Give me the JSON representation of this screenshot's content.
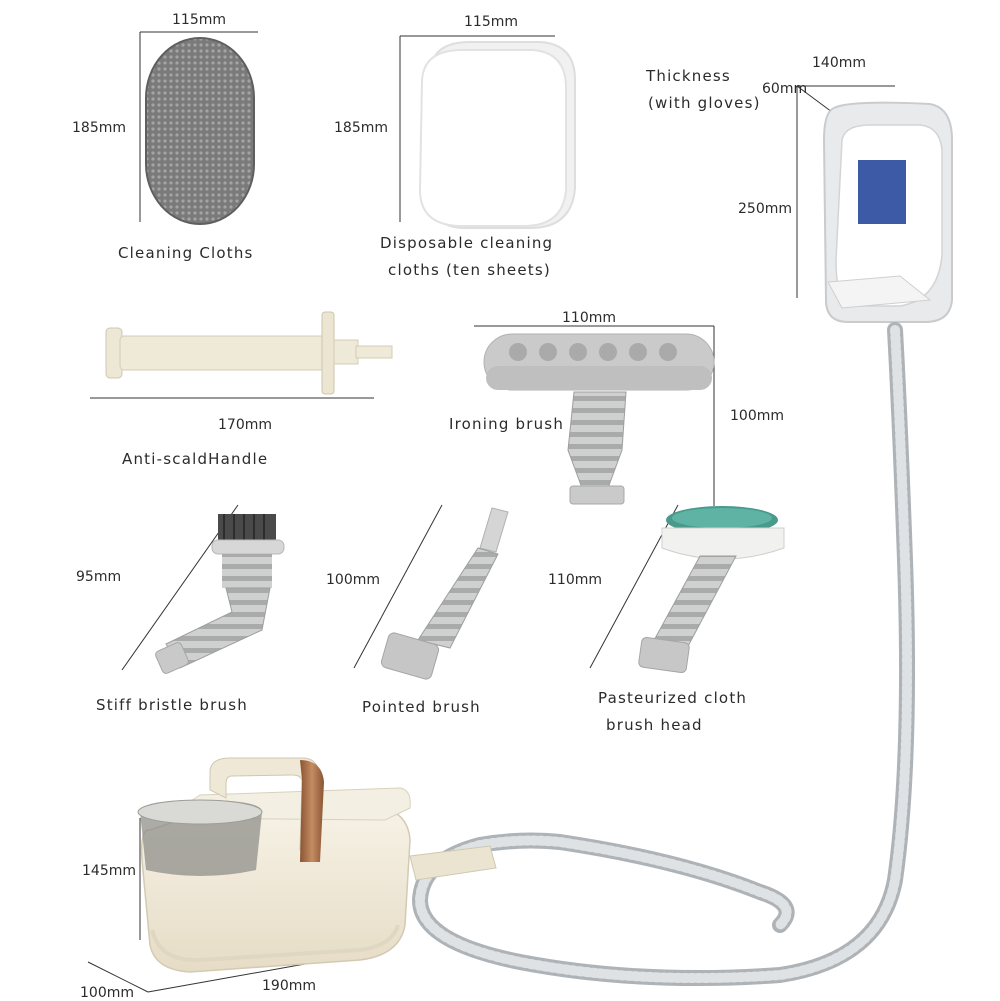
{
  "colors": {
    "accent_copper": "#a8734d",
    "body_cream": "#efe7d6",
    "hose_grey": "#c9ccce",
    "accessory_grey": "#c8c9c8",
    "bristle_teal": "#4a9a8c"
  },
  "labels": {
    "cleaning_cloths": "Cleaning Cloths",
    "disposable_line1": "Disposable cleaning",
    "disposable_line2": "cloths (ten sheets)",
    "thickness_line1": "Thickness",
    "thickness_line2": "(with gloves)",
    "anti_scald_handle": "Anti-scaldHandle",
    "ironing_brush": "Ironing brush",
    "stiff_bristle_brush": "Stiff bristle brush",
    "pointed_brush": "Pointed brush",
    "pasteurized_line1": "Pasteurized cloth",
    "pasteurized_line2": "brush head"
  },
  "dimensions": {
    "cloth_width": "115mm",
    "cloth_height": "185mm",
    "disposable_width": "115mm",
    "disposable_height": "185mm",
    "glove_thickness": "60mm",
    "glove_width": "140mm",
    "glove_height": "250mm",
    "handle_length": "170mm",
    "ironing_width": "110mm",
    "ironing_height": "100mm",
    "stiff_height": "95mm",
    "pointed_height": "100mm",
    "pasteurized_height": "110mm",
    "base_height": "145mm",
    "base_width": "190mm",
    "base_depth": "100mm"
  }
}
